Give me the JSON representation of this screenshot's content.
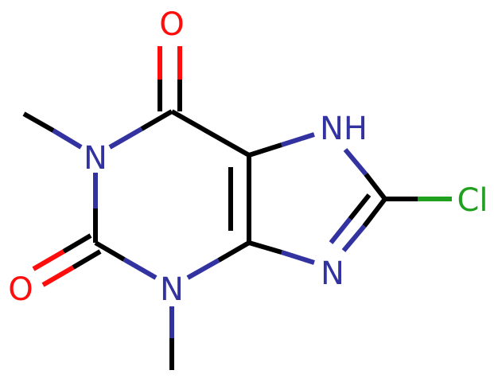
{
  "molecule": {
    "atoms": {
      "o6": {
        "text": "O",
        "color": "#ff0d0d"
      },
      "n1": {
        "text": "N",
        "color": "#3232a0"
      },
      "n7": {
        "text": "NH",
        "color": "#3232a0"
      },
      "cl": {
        "text": "Cl",
        "color": "#1fa01f"
      },
      "o2": {
        "text": "O",
        "color": "#ff0d0d"
      },
      "n3": {
        "text": "N",
        "color": "#3232a0"
      },
      "n9": {
        "text": "N",
        "color": "#3232a0"
      }
    },
    "bond_colors": {
      "carbon": "#000000",
      "nitrogen": "#3232a0",
      "oxygen": "#ff0d0d",
      "chlorine": "#1fa01f"
    }
  }
}
